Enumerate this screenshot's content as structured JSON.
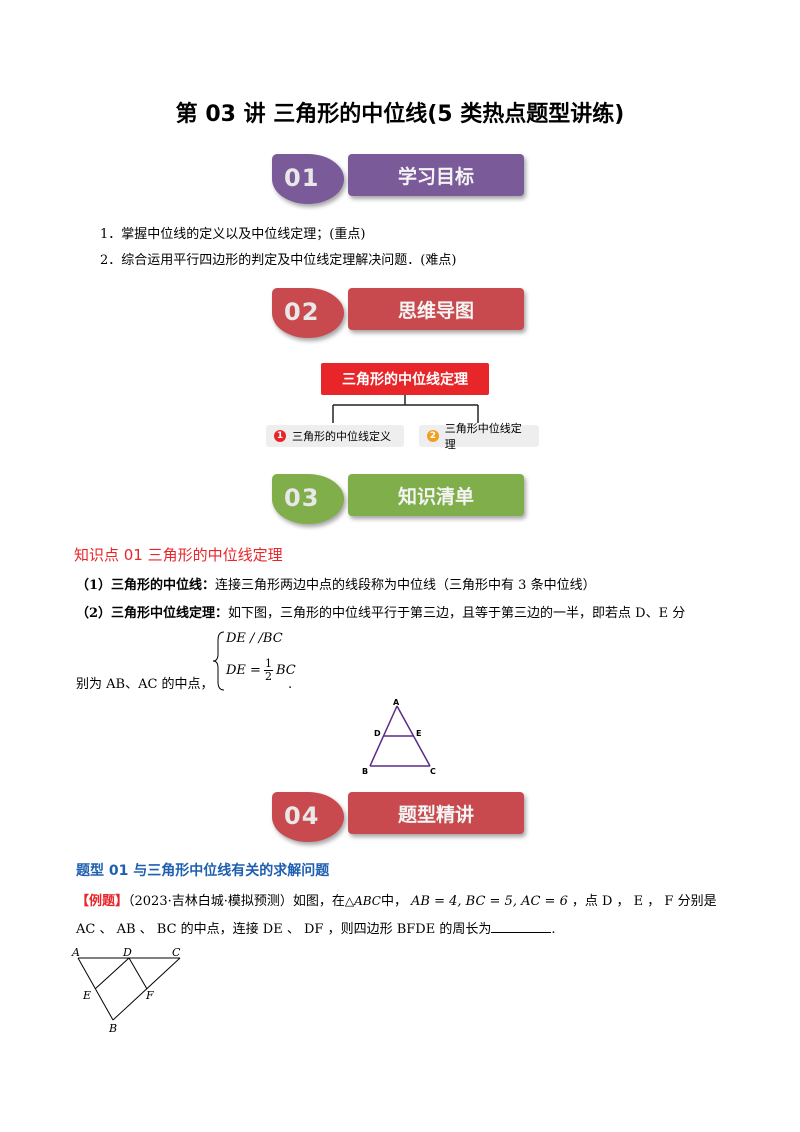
{
  "title": "第 03 讲  三角形的中位线(5 类热点题型讲练)",
  "sections": [
    {
      "num": "01",
      "label": "学习目标",
      "color": "#7b5a9a"
    },
    {
      "num": "02",
      "label": "思维导图",
      "color": "#c84a4e"
    },
    {
      "num": "03",
      "label": "知识清单",
      "color": "#7fae4a"
    },
    {
      "num": "04",
      "label": "题型精讲",
      "color": "#c84a4e"
    }
  ],
  "objectives": [
    "1．掌握中位线的定义以及中位线定理；(重点)",
    "2．综合运用平行四边形的判定及中位线定理解决问题．(难点)"
  ],
  "mindmap": {
    "root": "三角形的中位线定理",
    "children": [
      {
        "num": "1",
        "label": "三角形的中位线定义"
      },
      {
        "num": "2",
        "label": "三角形中位线定理"
      }
    ]
  },
  "knowledge": {
    "heading": "知识点 01  三角形的中位线定理",
    "p1_label": "（1）三角形的中位线：",
    "p1_text": "连接三角形两边中点的线段称为中位线（三角形中有 3 条中位线）",
    "p2_label": "（2）三角形中位线定理：",
    "p2_text": "如下图，三角形的中位线平行于第三边，且等于第三边的一半，即若点 D、E 分",
    "p2_cont": "别为 AB、AC 的中点，",
    "formula1": "DE / /BC",
    "formula2_left": "DE =",
    "formula2_num": "1",
    "formula2_den": "2",
    "formula2_right": "BC",
    "formula_end": ".",
    "fig_labels": {
      "A": "A",
      "B": "B",
      "C": "C",
      "D": "D",
      "E": "E"
    }
  },
  "question": {
    "heading": "题型 01    与三角形中位线有关的求解问题",
    "tag": "【例题】",
    "source": "（2023·吉林白城·模拟预测）如图，在",
    "tri": "△ABC",
    "mid": "中，",
    "eq": "AB = 4, BC = 5, AC = 6",
    "after_eq": "，点 D ， E ， F 分别是",
    "line2": "AC 、 AB 、 BC 的中点，连接 DE 、 DF ，则四边形 BFDE 的周长为",
    "line2_end": ".",
    "fig_labels": {
      "A": "A",
      "D": "D",
      "C": "C",
      "E": "E",
      "F": "F",
      "B": "B"
    }
  }
}
